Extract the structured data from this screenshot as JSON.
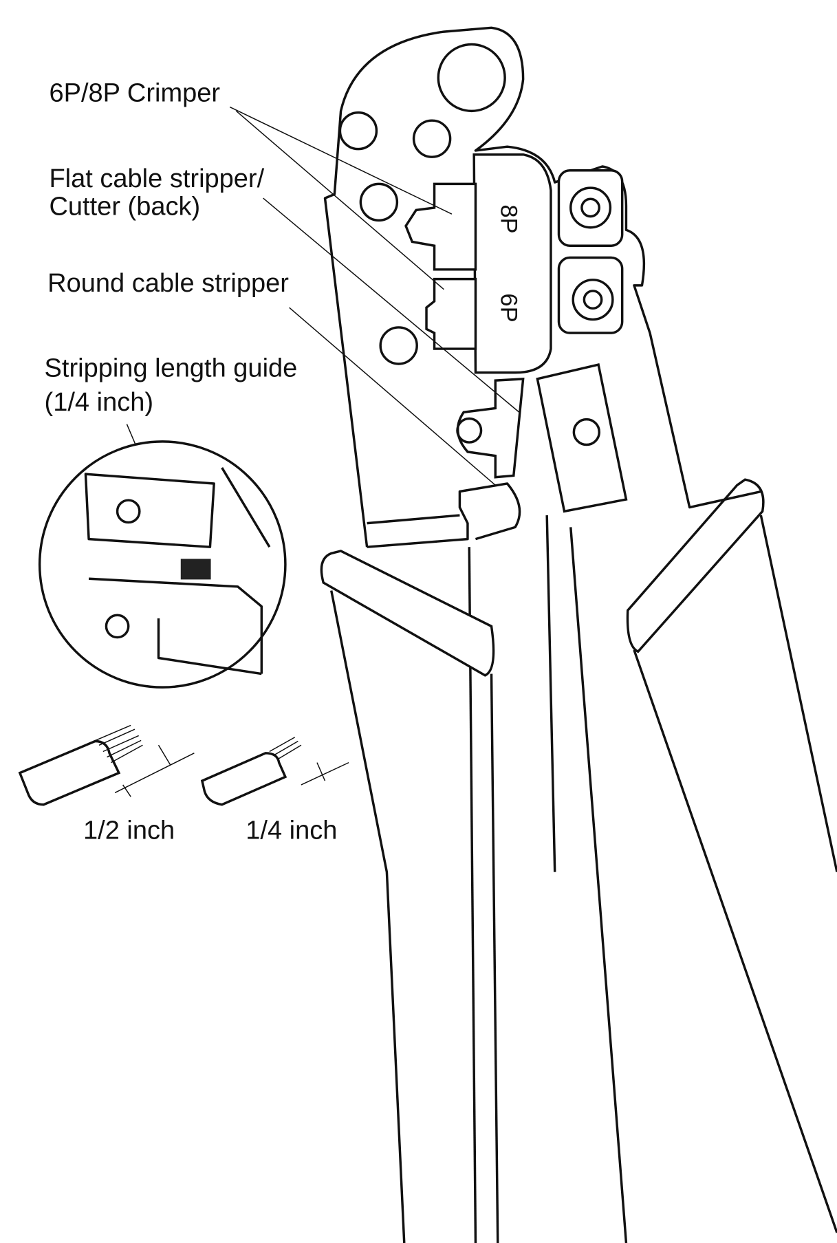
{
  "labels": {
    "crimper": "6P/8P Crimper",
    "flat_stripper_line1": "Flat cable stripper/",
    "flat_stripper_line2": "Cutter (back)",
    "round_stripper": "Round cable stripper",
    "length_guide_line1": "Stripping length guide",
    "length_guide_line2": "(1/4 inch)"
  },
  "die_marks": {
    "top": "8P",
    "bottom": "6P"
  },
  "cable_lengths": {
    "flat": "1/2 inch",
    "round": "1/4 inch"
  }
}
